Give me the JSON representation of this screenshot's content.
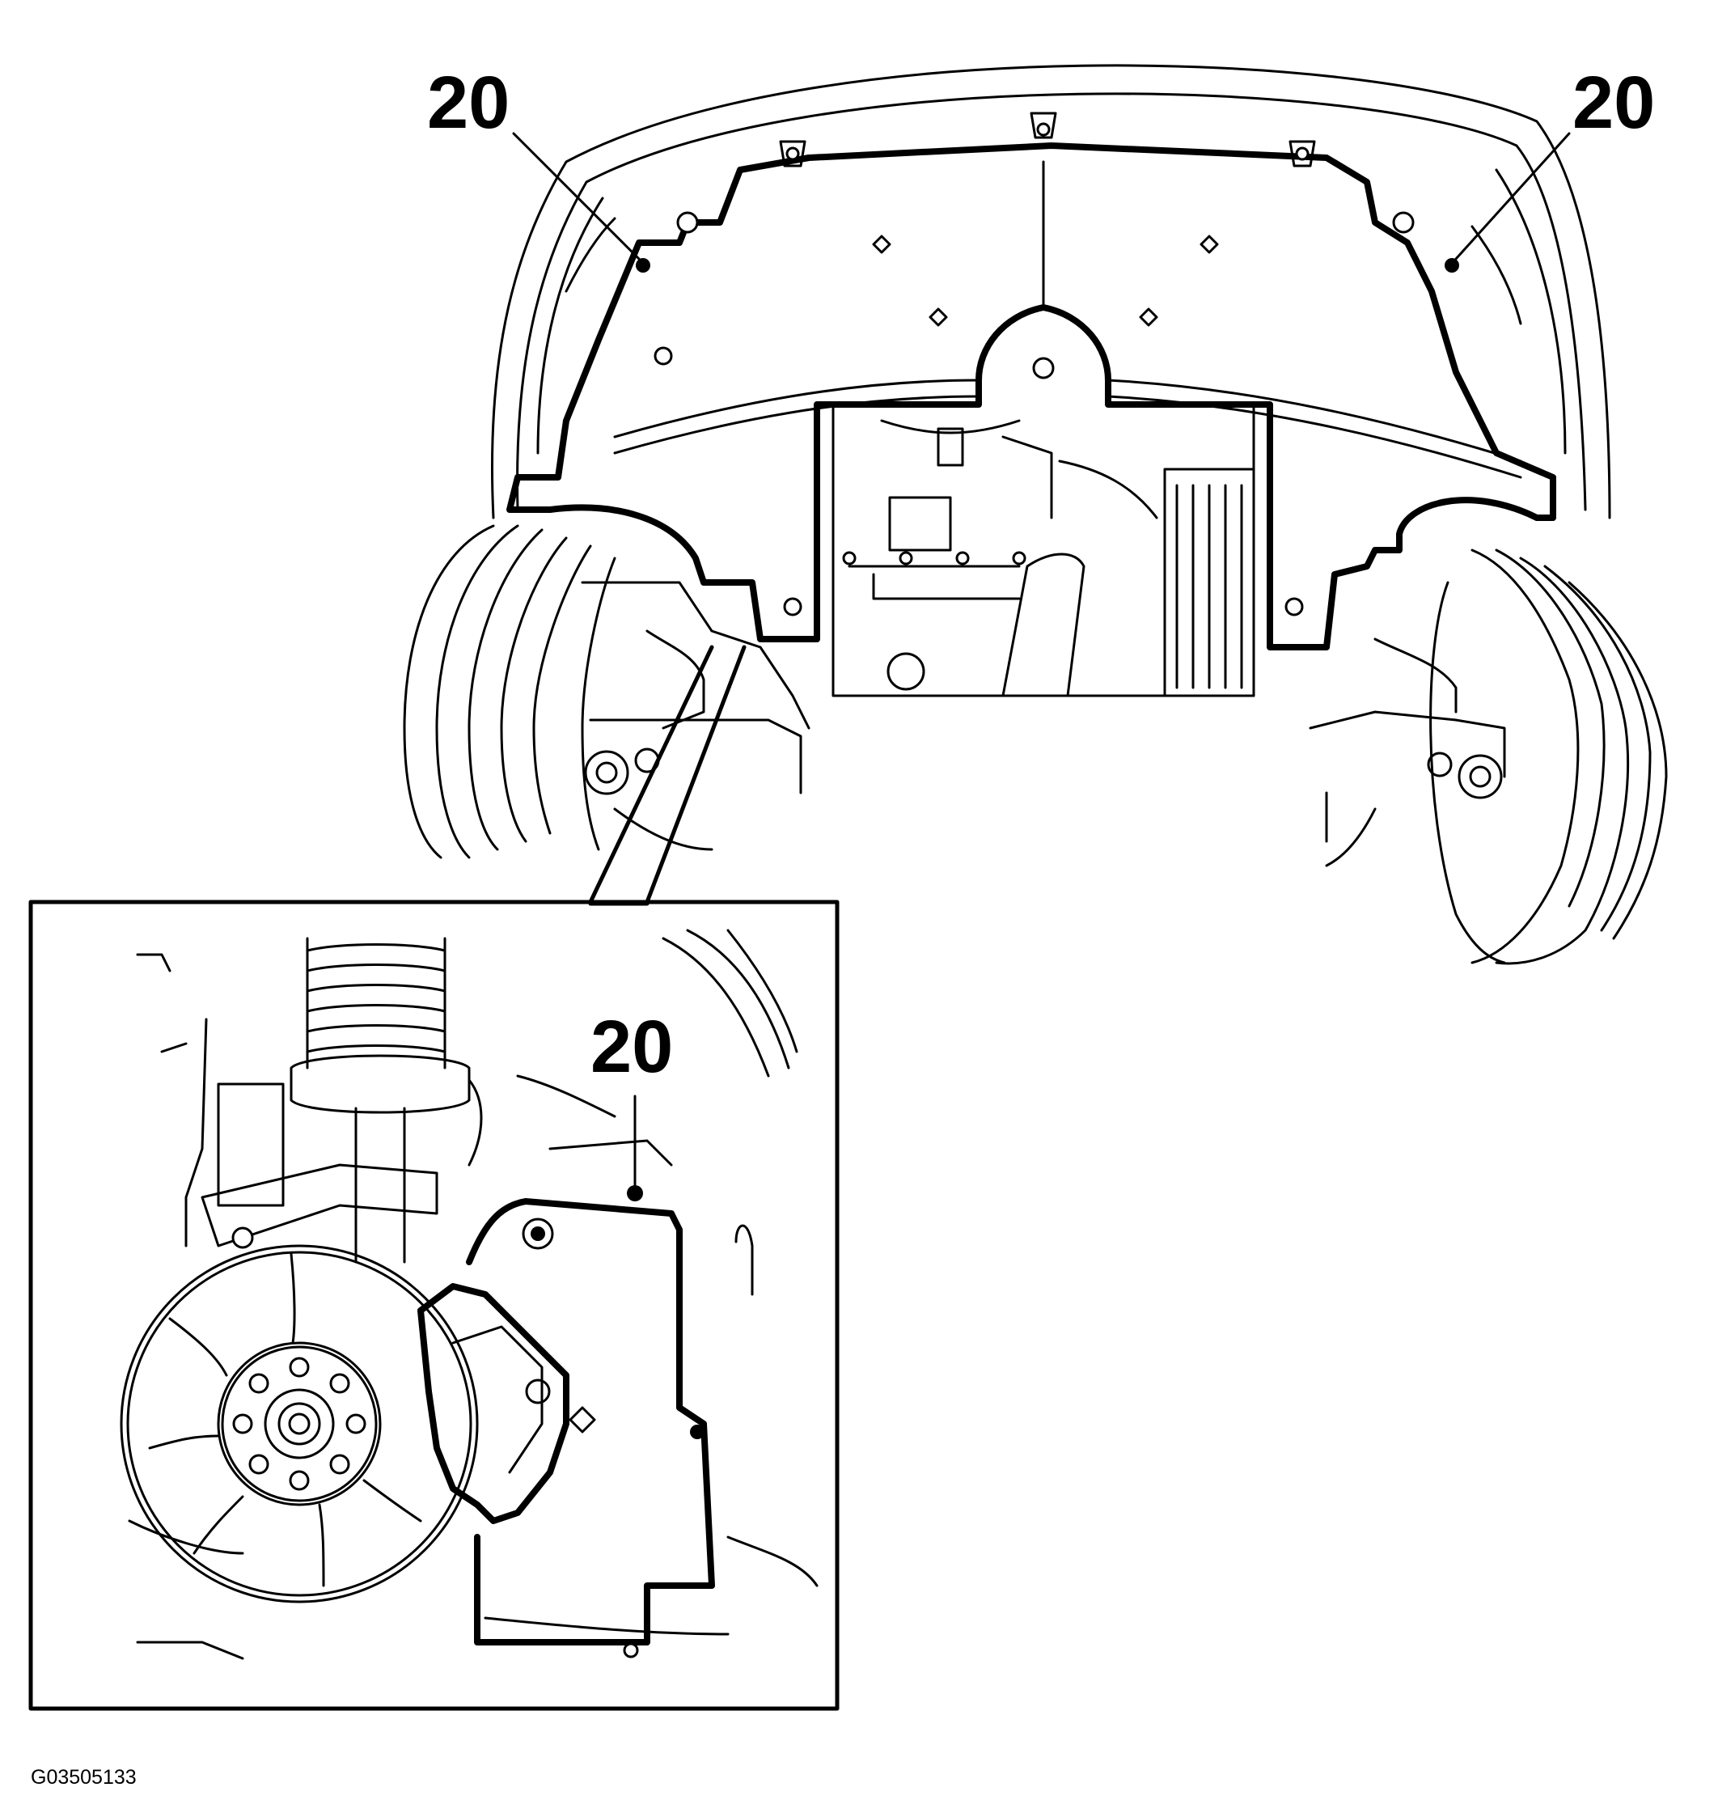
{
  "callouts": {
    "left": "20",
    "right": "20",
    "detail": "20"
  },
  "figure_id": "G03505133"
}
